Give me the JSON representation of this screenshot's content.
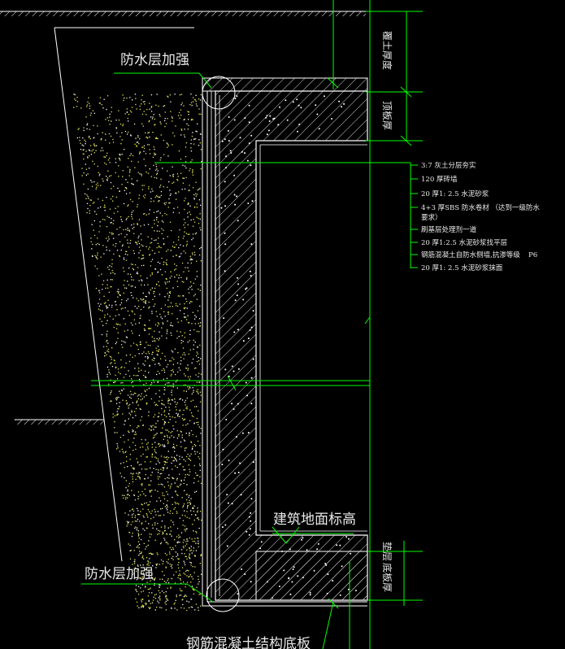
{
  "labels": {
    "waterproof_top": "防水层加强",
    "waterproof_bottom": "防水层加强",
    "floor_elevation": "建筑地面标高",
    "base_slab": "钢筋混凝土结构底板",
    "vert_soil_depth": "覆土厚度",
    "vert_roof_thickness": "顶板厚",
    "vert_cushion": "垫层",
    "vert_base_thickness": "底板厚"
  },
  "layers": [
    "3:7 灰土分层夯实",
    "120 厚砖墙",
    "20 厚1: 2.5 水泥砂浆",
    "4+3 厚SBS 防水卷材 （达到一级防水",
    "要求）",
    "刷基层处理剂一道",
    "20 厚1:2.5 水泥砂浆找平层",
    "钢筋混凝土自防水侧墙,抗渗等级",
    "20 厚1: 2.5 水泥砂浆抹面"
  ],
  "layer_grade": "P6",
  "colors": {
    "background": "#000000",
    "dim_line": "#00ff00",
    "wall_line": "#ffffff",
    "soil_dots": "#e6e64d",
    "text": "#e8e8e8"
  }
}
